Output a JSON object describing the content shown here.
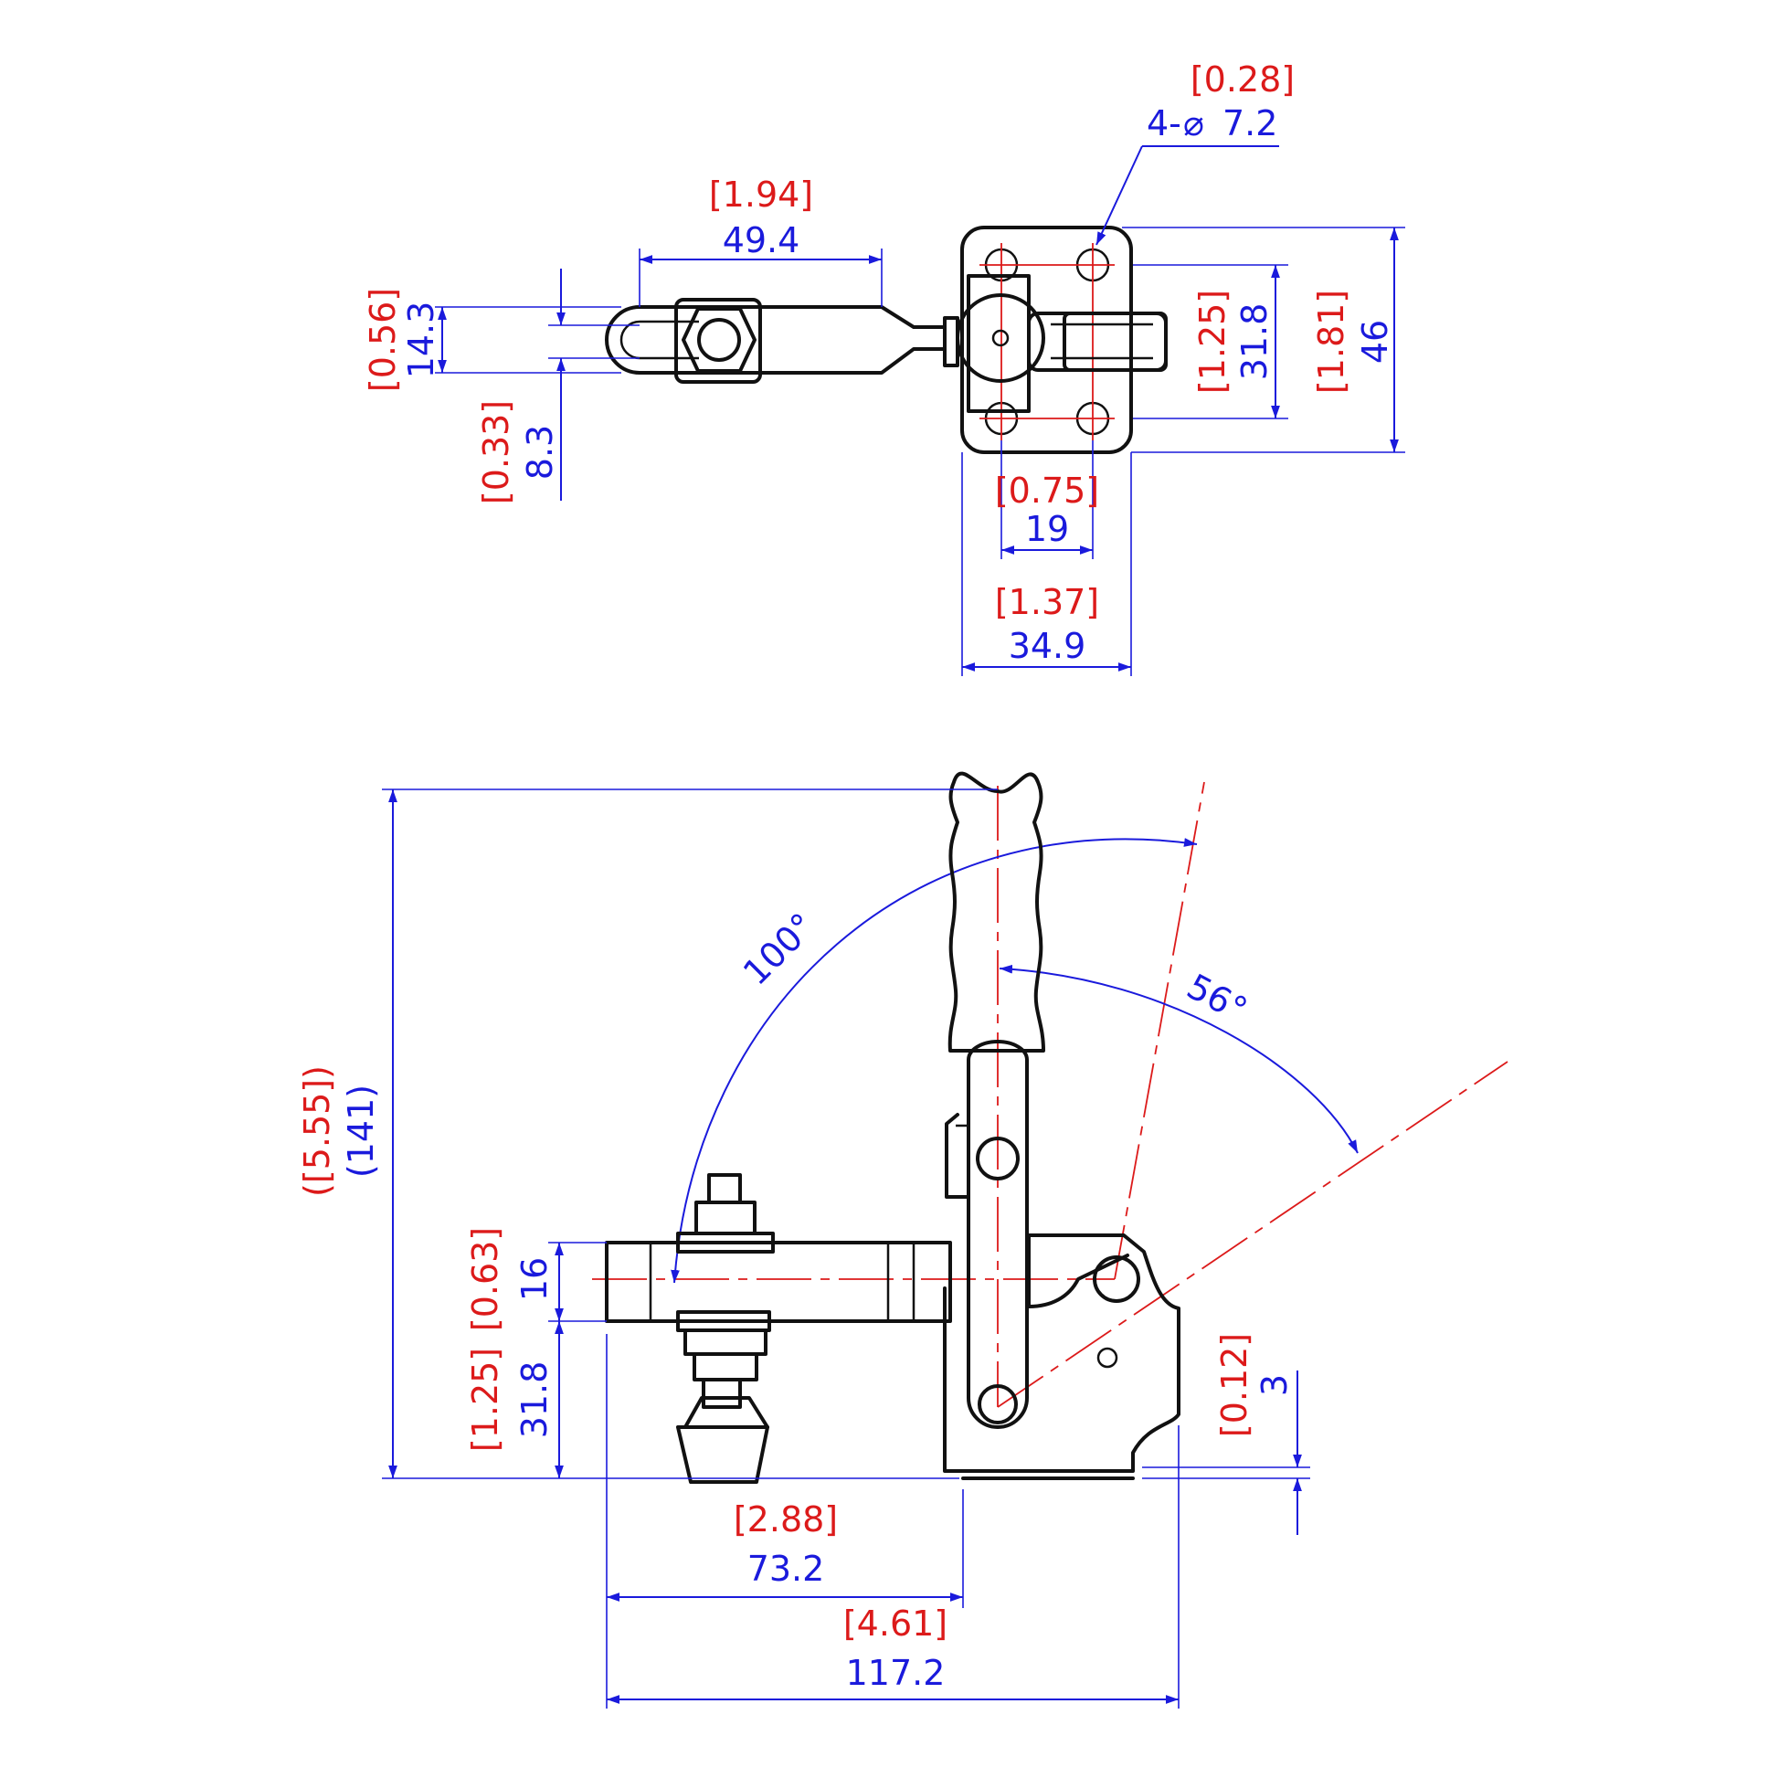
{
  "top_view": {
    "hole_spec": {
      "inch": "[0.28]",
      "mm": "4-",
      "dia_symbol": "⌀",
      "mm_value": "7.2"
    },
    "bar_length": {
      "inch": "[1.94]",
      "mm": "49.4"
    },
    "bar_width": {
      "inch": "[0.56]",
      "mm": "14.3"
    },
    "bar_offset": {
      "inch": "[0.33]",
      "mm": "8.3"
    },
    "hole_pitch_y": {
      "inch": "[1.25]",
      "mm": "31.8"
    },
    "base_height": {
      "inch": "[1.81]",
      "mm": "46"
    },
    "hole_pitch_x": {
      "inch": "[0.75]",
      "mm": "19"
    },
    "base_width": {
      "inch": "[1.37]",
      "mm": "34.9"
    }
  },
  "side_view": {
    "overall_height": {
      "inch": "([5.55])",
      "mm": "(141)"
    },
    "angle_open": "100°",
    "angle_handle": "56°",
    "bar_thickness": {
      "inch": "[0.63]",
      "mm": "16"
    },
    "bar_height": {
      "inch": "[1.25]",
      "mm": "31.8"
    },
    "base_thickness": {
      "inch": "[0.12]",
      "mm": "3"
    },
    "reach": {
      "inch": "[2.88]",
      "mm": "73.2"
    },
    "overall_length": {
      "inch": "[4.61]",
      "mm": "117.2"
    }
  },
  "colors": {
    "part": "#111111",
    "dimension": "#1a1adc",
    "inch": "#dc1a1a",
    "centerline": "#dc1a1a"
  }
}
